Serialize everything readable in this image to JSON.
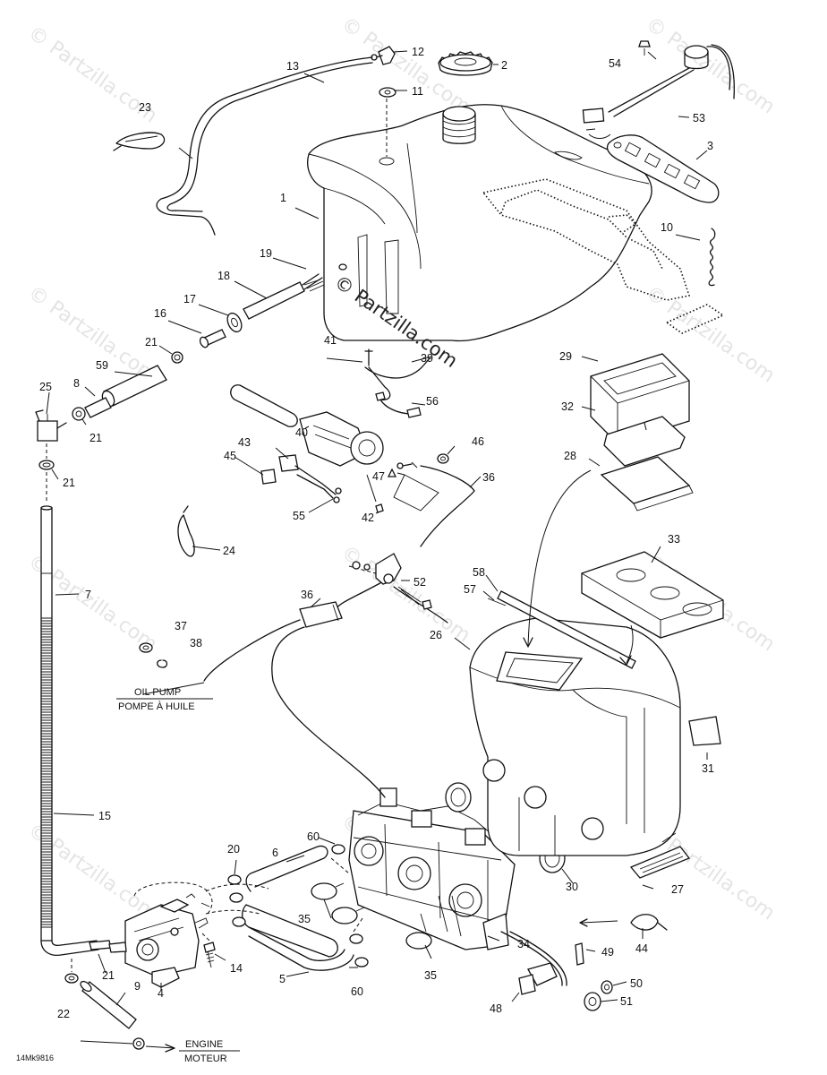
{
  "watermark": {
    "main": "© Partzilla.com",
    "faint": "© Partzilla.com"
  },
  "callouts": {
    "c1": "1",
    "c2": "2",
    "c3": "3",
    "c4": "4",
    "c5": "5",
    "c6": "6",
    "c7": "7",
    "c8": "8",
    "c9": "9",
    "c10": "10",
    "c11": "11",
    "c12": "12",
    "c13": "13",
    "c14": "14",
    "c15": "15",
    "c16": "16",
    "c17": "17",
    "c18": "18",
    "c19": "19",
    "c20": "20",
    "c21a": "21",
    "c21b": "21",
    "c21c": "21",
    "c21d": "21",
    "c22": "22",
    "c23": "23",
    "c24": "24",
    "c25": "25",
    "c26": "26",
    "c27": "27",
    "c28": "28",
    "c29": "29",
    "c30": "30",
    "c31": "31",
    "c32": "32",
    "c33": "33",
    "c34": "34",
    "c35a": "35",
    "c35b": "35",
    "c36a": "36",
    "c36b": "36",
    "c37": "37",
    "c38": "38",
    "c39": "39",
    "c40": "40",
    "c41": "41",
    "c42": "42",
    "c43": "43",
    "c44": "44",
    "c45": "45",
    "c46": "46",
    "c47": "47",
    "c48": "48",
    "c49": "49",
    "c50": "50",
    "c51": "51",
    "c52": "52",
    "c53": "53",
    "c54": "54",
    "c55": "55",
    "c56": "56",
    "c57": "57",
    "c58": "58",
    "c59": "59",
    "c60a": "60",
    "c60b": "60"
  },
  "captions": {
    "oil_pump_en": "OIL PUMP",
    "oil_pump_fr": "POMPE À HUILE",
    "engine_en": "ENGINE",
    "engine_fr": "MOTEUR"
  },
  "drawing_code": "14Mk9816"
}
